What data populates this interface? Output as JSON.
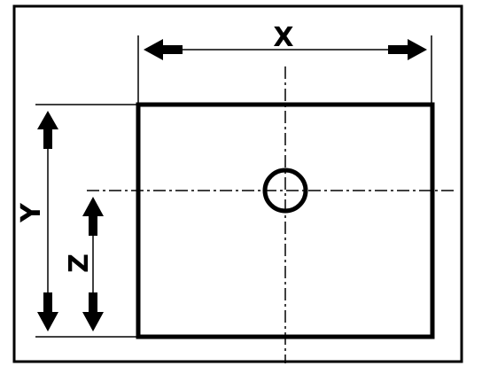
{
  "labels": {
    "x": "X",
    "y": "Y",
    "z": "Z"
  },
  "colors": {
    "ink": "#000000",
    "paper": "#ffffff"
  },
  "icons": {
    "x_left": "arrow-left-icon",
    "x_right": "arrow-right-icon",
    "y_up": "arrow-up-icon",
    "y_down": "arrow-down-icon",
    "z_up": "arrow-up-icon",
    "z_down": "arrow-down-icon",
    "hole": "circle-hole-icon"
  }
}
